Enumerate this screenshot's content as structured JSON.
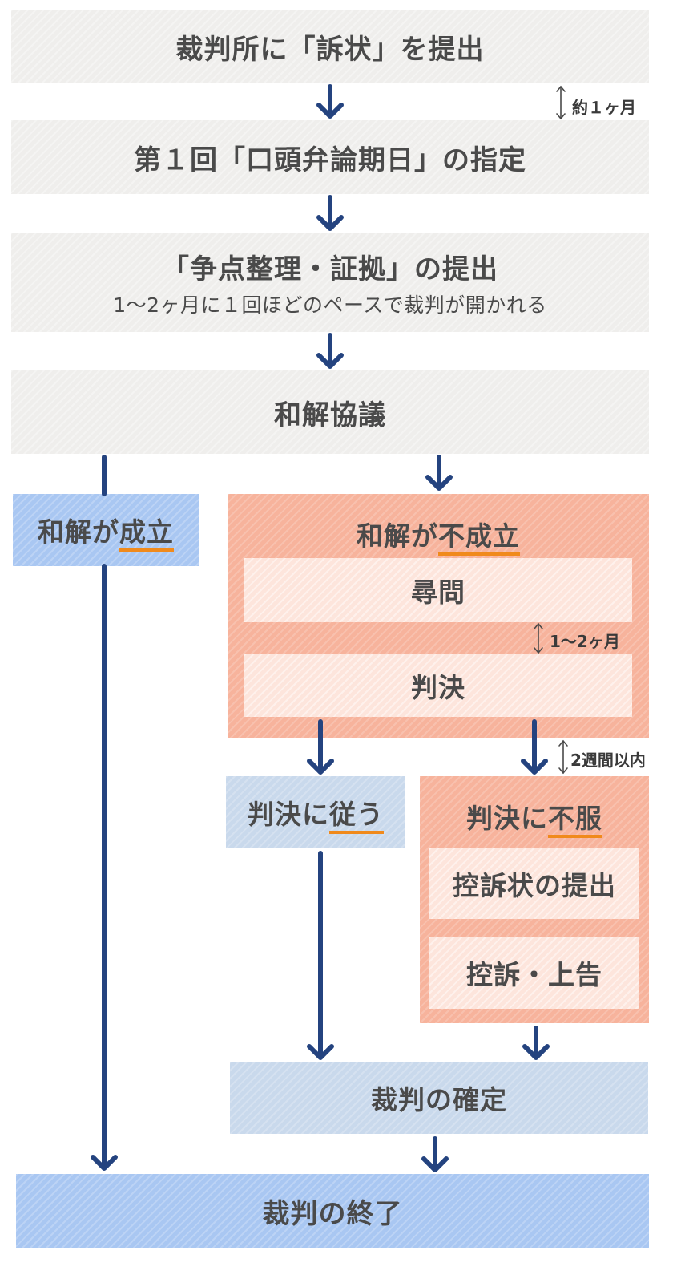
{
  "steps": {
    "file_complaint": "裁判所に「訴状」を提出",
    "first_hearing": "第１回「口頭弁論期日」の指定",
    "submit_issues": "「争点整理・証拠」の提出",
    "submit_issues_note": "1〜2ヶ月に１回ほどのペースで裁判が開かれる",
    "settlement_talks": "和解協議",
    "settle_ok_prefix": "和解が",
    "settle_ok_mark": "成立",
    "settle_ng_prefix": "和解が",
    "settle_ng_mark": "不成立",
    "examination": "尋問",
    "judgment": "判決",
    "accept_prefix": "判決に",
    "accept_mark": "従う",
    "appeal_prefix": "判決に",
    "appeal_mark": "不服",
    "submit_appeal": "控訴状の提出",
    "appeal": "控訴・上告",
    "finalization": "裁判の確定",
    "end": "裁判の終了"
  },
  "durations": {
    "one_month": "約１ヶ月",
    "one_two_months": "1〜2ヶ月",
    "two_weeks": "2週間以内"
  },
  "colors": {
    "gray_box": "#efeeec",
    "blue_box": "#a9c7f2",
    "light_blue_box": "#c9d9ec",
    "salmon_box": "#f7b39c",
    "pink_box": "#fde5dc",
    "arrow": "#24437f",
    "underline": "#f08a1c"
  }
}
